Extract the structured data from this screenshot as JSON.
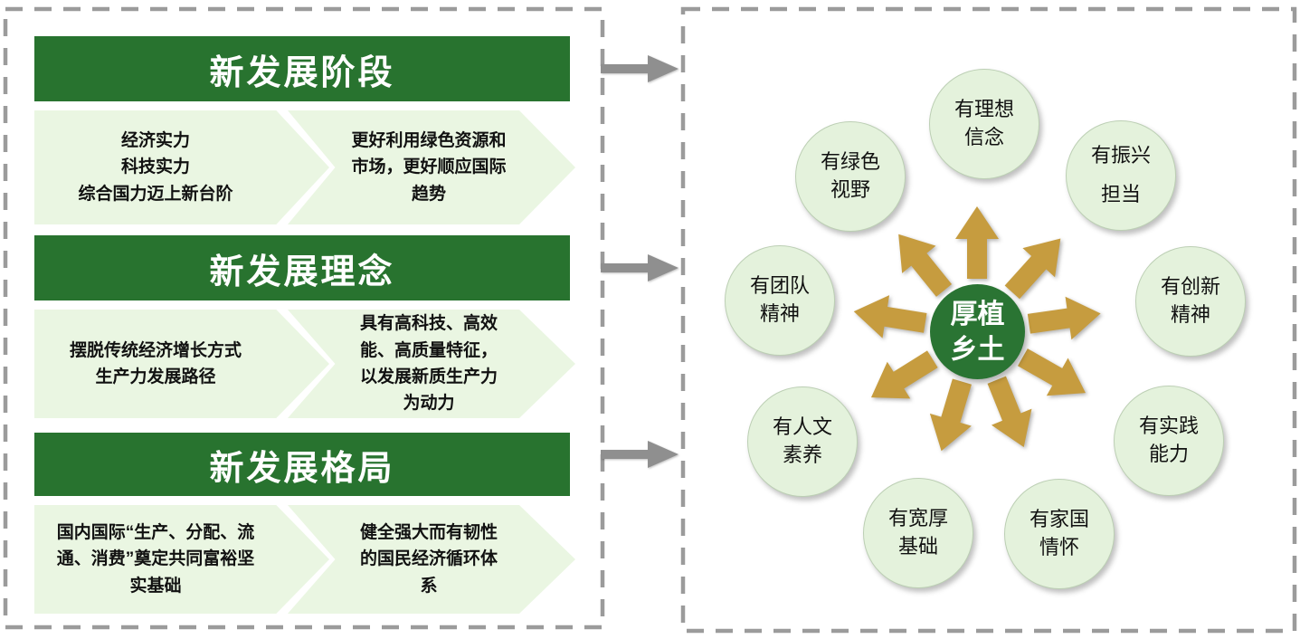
{
  "colors": {
    "bar_green": "#28732F",
    "center_green": "#2A7433",
    "light_green": "#EAF6E2",
    "circle_fill": "#E4F2DC",
    "circle_border": "#BCCFB4",
    "gold": "#C69C3F",
    "gray_arrow": "#8F8F8F",
    "border_gray": "#9B9B9B"
  },
  "icons": {
    "connector": "gray-right-block-arrow",
    "radial": "gold-outward-block-arrow"
  },
  "left_panel": {
    "sections": [
      {
        "title": "新发展阶段",
        "left_box": "经济实力\n科技实力\n综合国力迈上新台阶",
        "right_box": "更好利用绿色资源和\n市场，更好顺应国际\n趋势"
      },
      {
        "title": "新发展理念",
        "left_box": "摆脱传统经济增长方式\n生产力发展路径",
        "right_box": "具有高科技、高效\n能、高质量特征，\n以发展新质生产力\n为动力"
      },
      {
        "title": "新发展格局",
        "left_box": "国内国际“生产、分配、流\n通、消费”奠定共同富裕坚\n实基础",
        "right_box": "健全强大而有韧性\n的国民经济循环体\n系"
      }
    ]
  },
  "right_panel": {
    "center_label": "厚植\n乡土",
    "satellites": [
      {
        "label": "有理想\n信念"
      },
      {
        "label": "有振兴\n担当"
      },
      {
        "label": "有创新\n精神"
      },
      {
        "label": "有实践\n能力"
      },
      {
        "label": "有家国\n情怀"
      },
      {
        "label": "有宽厚\n基础"
      },
      {
        "label": "有人文\n素养"
      },
      {
        "label": "有团队\n精神"
      },
      {
        "label": "有绿色\n视野"
      }
    ]
  }
}
